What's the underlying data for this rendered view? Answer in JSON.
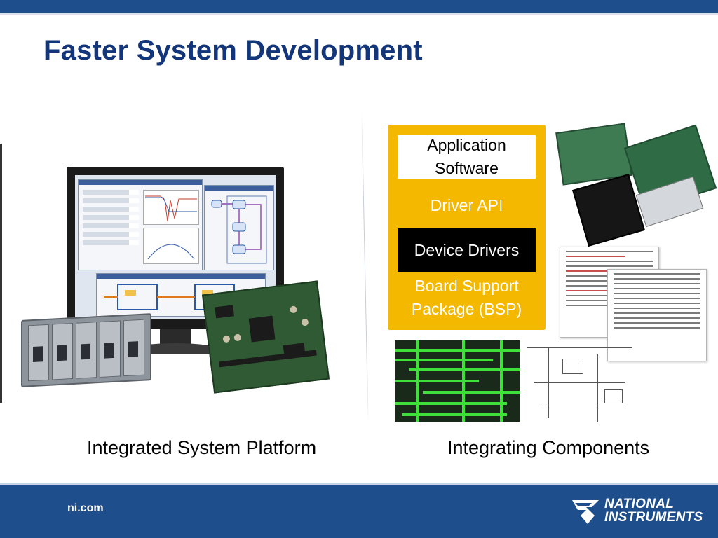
{
  "slide": {
    "title": "Faster System Development"
  },
  "stack": {
    "layers": [
      {
        "label": "Application Software",
        "bg": "#ffffff",
        "fg": "#000000"
      },
      {
        "label": "Driver API",
        "bg": "#f5b800",
        "fg": "#ffffff"
      },
      {
        "label": "Device Drivers",
        "bg": "#000000",
        "fg": "#ffffff"
      },
      {
        "label": "Board Support Package (BSP)",
        "bg": "#f5b800",
        "fg": "#ffffff"
      }
    ]
  },
  "captions": {
    "left": "Integrated System Platform",
    "right": "Integrating Components"
  },
  "footer": {
    "site": "ni.com",
    "logo_line1": "NATIONAL",
    "logo_line2": "INSTRUMENTS"
  },
  "colors": {
    "brand_blue": "#1f4e8c",
    "title_blue": "#13367a",
    "stack_gold": "#f5b800",
    "pcb_green": "#3fe03a"
  },
  "icons": {
    "logo": "national-instruments-eagle-icon"
  }
}
